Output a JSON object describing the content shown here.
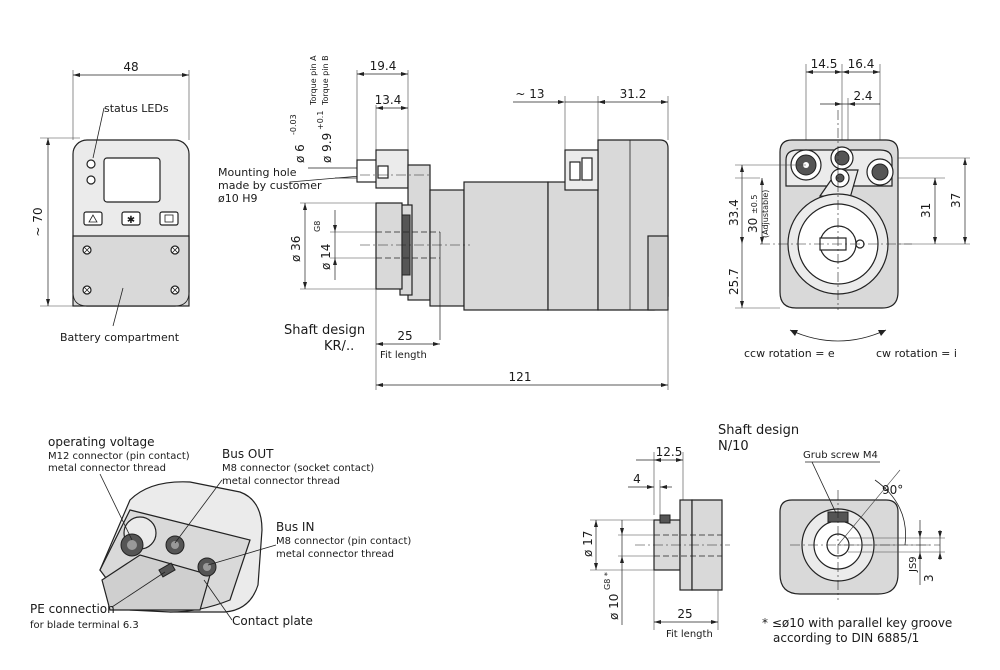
{
  "front_view": {
    "dim_width": "48",
    "dim_height": "~ 70",
    "status_leds": "status LEDs",
    "battery": "Battery compartment"
  },
  "side_view": {
    "mounting_hole_1": "Mounting hole",
    "mounting_hole_2": "made by customer",
    "mounting_hole_3": "ø10 H9",
    "dim_19_4": "19.4",
    "dim_13_4": "13.4",
    "torque_a": "Torque pin A",
    "torque_b": "Torque pin B",
    "dia_6": "ø 6",
    "dia_6_tol": "-0.03",
    "dia_9_9": "ø 9.9",
    "dia_9_9_tol": "+0.1",
    "dim_13": "~ 13",
    "dim_31_2": "31.2",
    "dia_36": "ø 36",
    "dia_14": "ø 14",
    "g8": "G8",
    "shaft_design_1": "Shaft design",
    "shaft_design_2": "KR/..",
    "dim_25": "25",
    "fit_length": "Fit length",
    "dim_121": "121"
  },
  "rear_view": {
    "dim_14_5": "14.5",
    "dim_16_4": "16.4",
    "dim_2_4": "2.4",
    "dim_33_4": "33.4",
    "dim_30": "30",
    "dim_30_tol": "±0.5",
    "adjustable": "(Adjustable)",
    "dim_31": "31",
    "dim_37": "37",
    "dim_25_7": "25.7",
    "ccw": "ccw rotation = e",
    "cw": "cw rotation = i"
  },
  "connector_view": {
    "operating_voltage": "operating voltage",
    "m12_1": "M12 connector (pin contact)",
    "m12_2": "metal connector thread",
    "bus_out": "Bus OUT",
    "m8_socket_1": "M8 connector (socket contact)",
    "m8_socket_2": "metal connector thread",
    "bus_in": "Bus IN",
    "m8_pin_1": "M8 connector (pin contact)",
    "m8_pin_2": "metal connector thread",
    "pe_connection": "PE connection",
    "blade_terminal": "for blade terminal 6.3",
    "contact_plate": "Contact plate"
  },
  "shaft_n10": {
    "title_1": "Shaft design",
    "title_2": "N/10",
    "dim_12_5": "12.5",
    "dim_4": "4",
    "dia_17": "ø 17",
    "dia_10": "ø 10",
    "g8_star": "G8 *",
    "dim_25": "25",
    "fit_length": "Fit length",
    "grub_screw": "Grub screw M4",
    "angle": "90°",
    "js9": "JS9",
    "dim_3": "3",
    "note_1": "* ≤ø10 with parallel key groove",
    "note_2": "according to DIN 6885/1"
  }
}
